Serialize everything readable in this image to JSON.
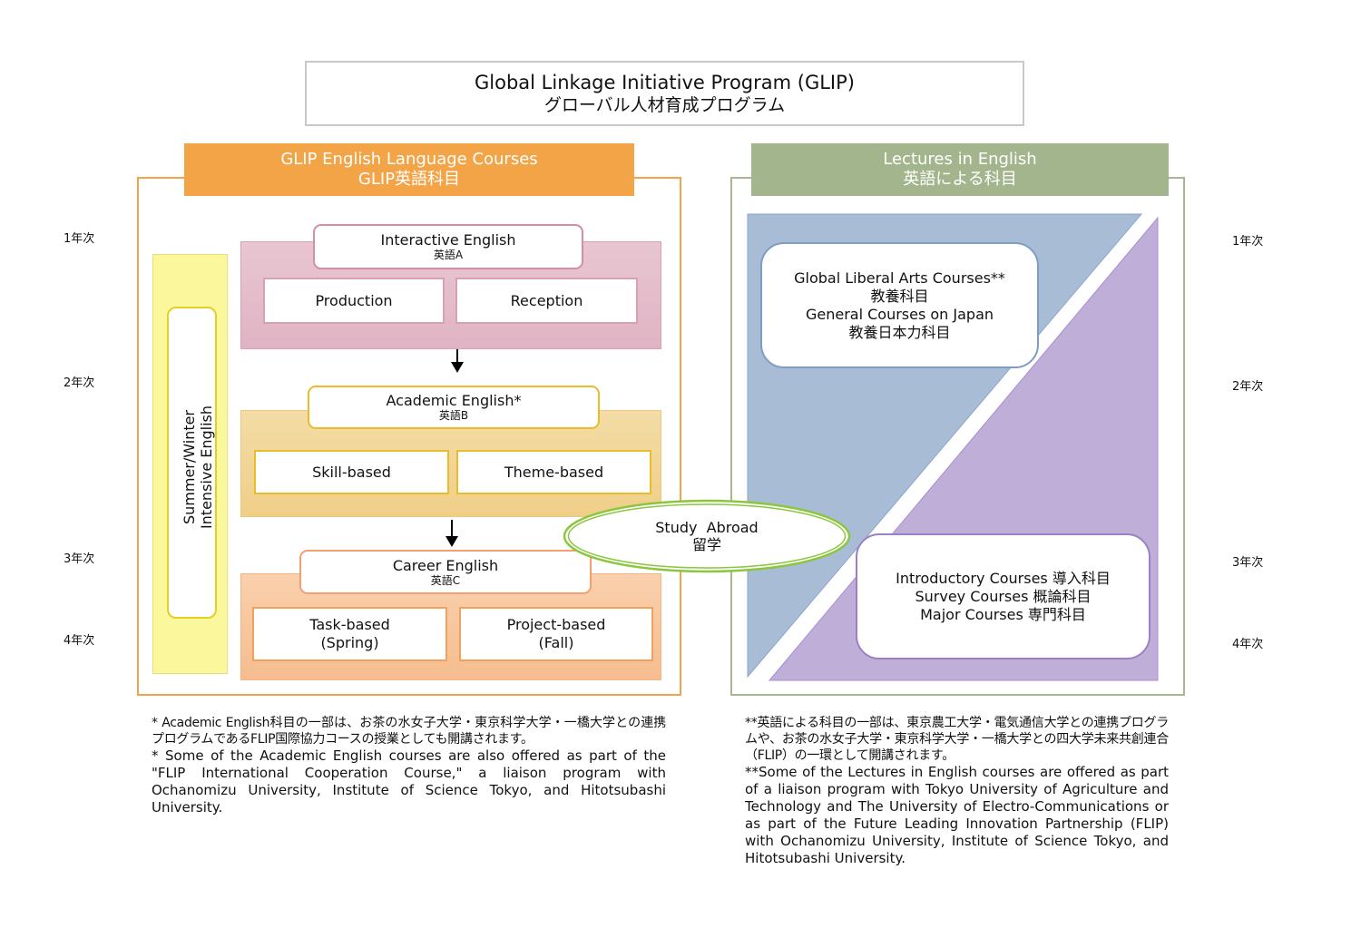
{
  "title": {
    "en": "Global Linkage Initiative Program (GLIP)",
    "ja": "グローバル人材育成プログラム"
  },
  "left_section": {
    "header_en": "GLIP English Language Courses",
    "header_ja": "GLIP英語科目",
    "intensive_line1": "Summer/Winter",
    "intensive_line2": "Intensive English",
    "courses": [
      {
        "title_en": "Interactive English",
        "title_ja": "英語A",
        "subs": [
          "Production",
          "Reception"
        ]
      },
      {
        "title_en": "Academic English*",
        "title_ja": "英語B",
        "subs": [
          "Skill-based",
          "Theme-based"
        ]
      },
      {
        "title_en": "Career English",
        "title_ja": "英語C",
        "subs": [
          {
            "line1": "Task-based",
            "line2": "(Spring)"
          },
          {
            "line1": "Project-based",
            "line2": "(Fall)"
          }
        ]
      }
    ]
  },
  "right_section": {
    "header_en": "Lectures in English",
    "header_ja": "英語による科目",
    "liberal_box": [
      "Global Liberal Arts Courses**",
      "教養科目",
      "General Courses on Japan",
      "教養日本力科目"
    ],
    "major_box": [
      "Introductory Courses 導入科目",
      "Survey Courses 概論科目",
      "Major Courses 専門科目"
    ]
  },
  "study_abroad": {
    "en": "Study  Abroad",
    "ja": "留学"
  },
  "years": [
    "1年次",
    "2年次",
    "3年次",
    "4年次"
  ],
  "colors": {
    "english_accent": "#f3a447",
    "lectures_accent": "#a3b58d",
    "band_a": "#e4bccb",
    "band_b": "#f1d594",
    "band_c": "#f7c59e",
    "intensive": "#fbf79c",
    "liberal_triangle": "#a9bcd6",
    "major_triangle": "#bfaed7",
    "study_abroad_ring": "#8cc63f"
  },
  "notes": {
    "left": {
      "ja": "* Academic English科目の一部は、お茶の水女子大学・東京科学大学・一橋大学との連携プログラムであるFLIP国際協力コースの授業としても開講されます。",
      "en": "* Some of the Academic English courses are also offered as part of the \"FLIP International Cooperation Course,\" a liaison program with Ochanomizu University, Institute of Science Tokyo, and Hitotsubashi University."
    },
    "right": {
      "ja": "**英語による科目の一部は、東京農工大学・電気通信大学との連携プログラムや、お茶の水女子大学・東京科学大学・一橋大学との四大学未来共創連合（FLIP）の一環として開講されます。",
      "en": "**Some of the Lectures in English courses are offered as part of a liaison program with Tokyo University of Agriculture and Technology and The University of Electro-Communications or as part of the Future Leading Innovation Partnership (FLIP) with Ochanomizu University, Institute of Science Tokyo, and Hitotsubashi University."
    }
  }
}
